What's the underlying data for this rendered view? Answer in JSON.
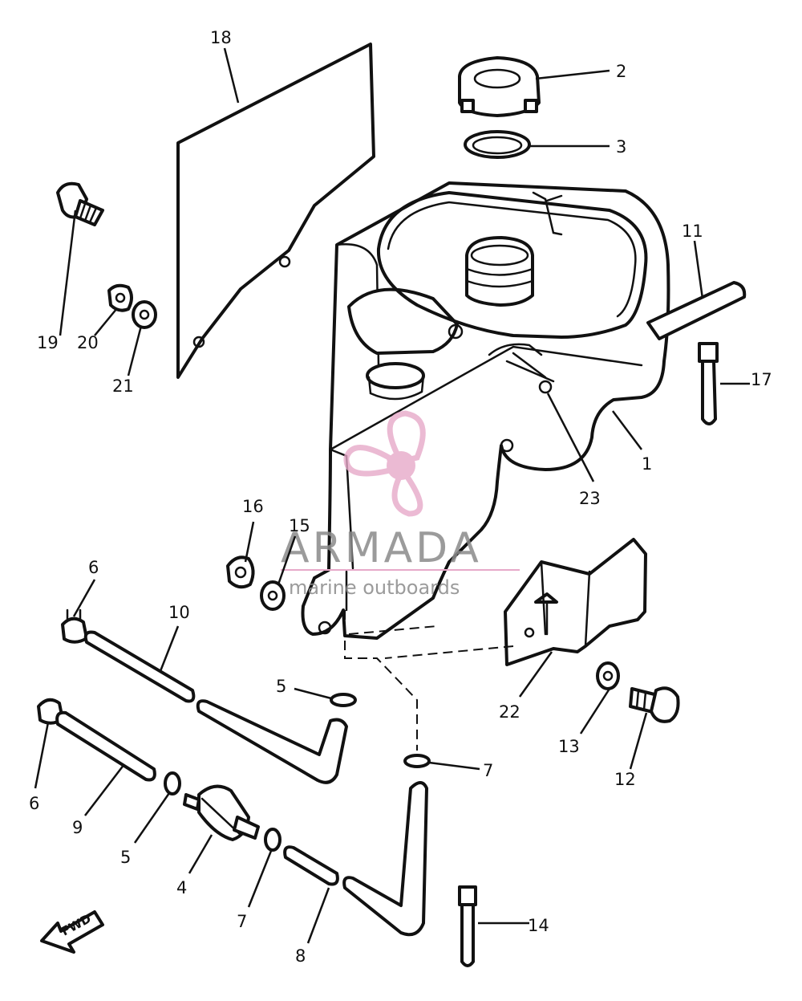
{
  "callouts": [
    {
      "id": "1",
      "label": "1"
    },
    {
      "id": "2",
      "label": "2"
    },
    {
      "id": "3",
      "label": "3"
    },
    {
      "id": "4",
      "label": "4"
    },
    {
      "id": "5a",
      "label": "5"
    },
    {
      "id": "5b",
      "label": "5"
    },
    {
      "id": "6a",
      "label": "6"
    },
    {
      "id": "6b",
      "label": "6"
    },
    {
      "id": "7a",
      "label": "7"
    },
    {
      "id": "7b",
      "label": "7"
    },
    {
      "id": "8",
      "label": "8"
    },
    {
      "id": "9",
      "label": "9"
    },
    {
      "id": "10",
      "label": "10"
    },
    {
      "id": "11",
      "label": "11"
    },
    {
      "id": "12",
      "label": "12"
    },
    {
      "id": "13",
      "label": "13"
    },
    {
      "id": "14",
      "label": "14"
    },
    {
      "id": "15",
      "label": "15"
    },
    {
      "id": "16",
      "label": "16"
    },
    {
      "id": "17",
      "label": "17"
    },
    {
      "id": "18",
      "label": "18"
    },
    {
      "id": "19",
      "label": "19"
    },
    {
      "id": "20",
      "label": "20"
    },
    {
      "id": "21",
      "label": "21"
    },
    {
      "id": "22",
      "label": "22"
    },
    {
      "id": "23",
      "label": "23"
    }
  ],
  "direction_marker": {
    "label": "FWD"
  },
  "watermark": {
    "brand": "ARMADA",
    "tagline": "marine outboards",
    "logo_icon": "propeller-logo-icon",
    "logo_color": "#e7a9c9"
  }
}
